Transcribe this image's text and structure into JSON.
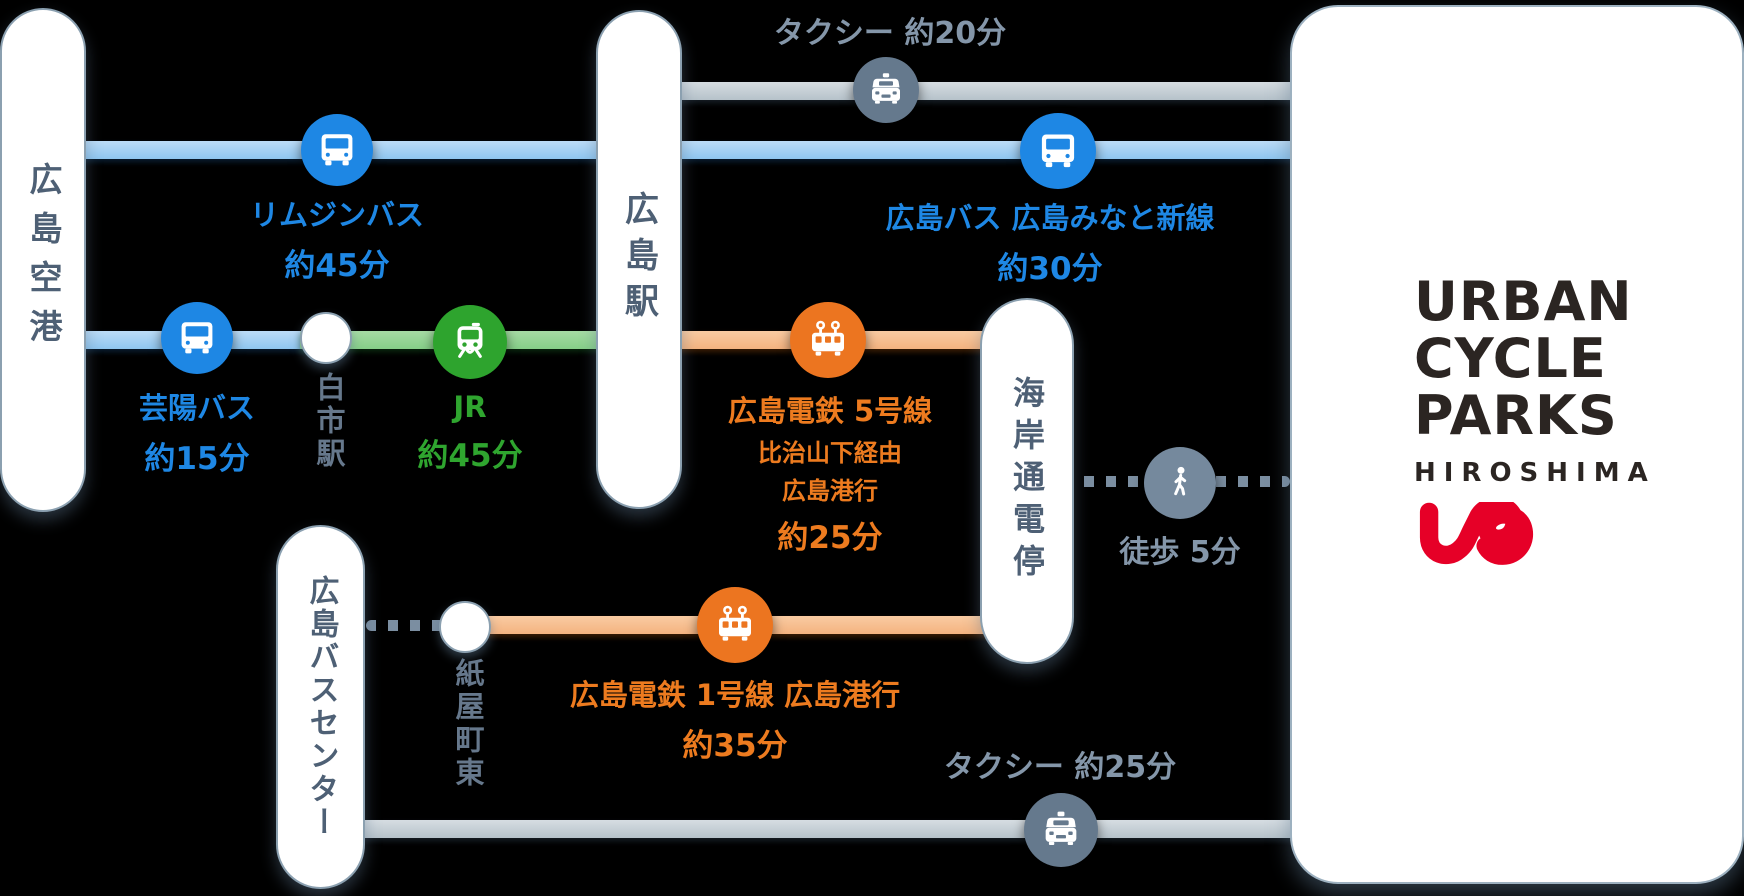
{
  "stations": {
    "airport": {
      "label": "広島空港"
    },
    "hiroshima_station": {
      "label": "広島駅"
    },
    "shiraichi": {
      "label": "白市駅"
    },
    "kaigandori": {
      "label": "海岸通電停"
    },
    "bus_center": {
      "label": "広島バスセンター"
    },
    "kamiyacho": {
      "label": "紙屋町東"
    }
  },
  "routes": {
    "taxi_top": {
      "label": "タクシー 約20分"
    },
    "limousine": {
      "name": "リムジンバス",
      "duration": "約45分"
    },
    "geiyo": {
      "name": "芸陽バス",
      "duration": "約15分"
    },
    "hiroshima_bus": {
      "name": "広島バス 広島みなと新線",
      "duration": "約30分"
    },
    "jr": {
      "name": "JR",
      "duration": "約45分"
    },
    "tram5": {
      "name": "広島電鉄 5号線",
      "via": "比治山下経由",
      "dest": "広島港行",
      "duration": "約25分"
    },
    "tram1": {
      "name": "広島電鉄 1号線 広島港行",
      "duration": "約35分"
    },
    "walk": {
      "label": "徒歩 5分"
    },
    "taxi_bottom": {
      "label": "タクシー 約25分"
    }
  },
  "destination": {
    "line1": "URBAN",
    "line2": "CYCLE",
    "line3": "PARKS",
    "subtitle": "HIROSHIMA"
  },
  "colors": {
    "bus_blue": "#1e87e4",
    "jr_green": "#2fa52f",
    "tram_orange": "#ed7b1f",
    "taxi_slate": "#65798d",
    "walk_slate": "#75899d",
    "taxi_text": "#8496a9",
    "station_text": "#4e6075",
    "logo_red": "#e60027",
    "logo_dark": "#2b2522"
  }
}
